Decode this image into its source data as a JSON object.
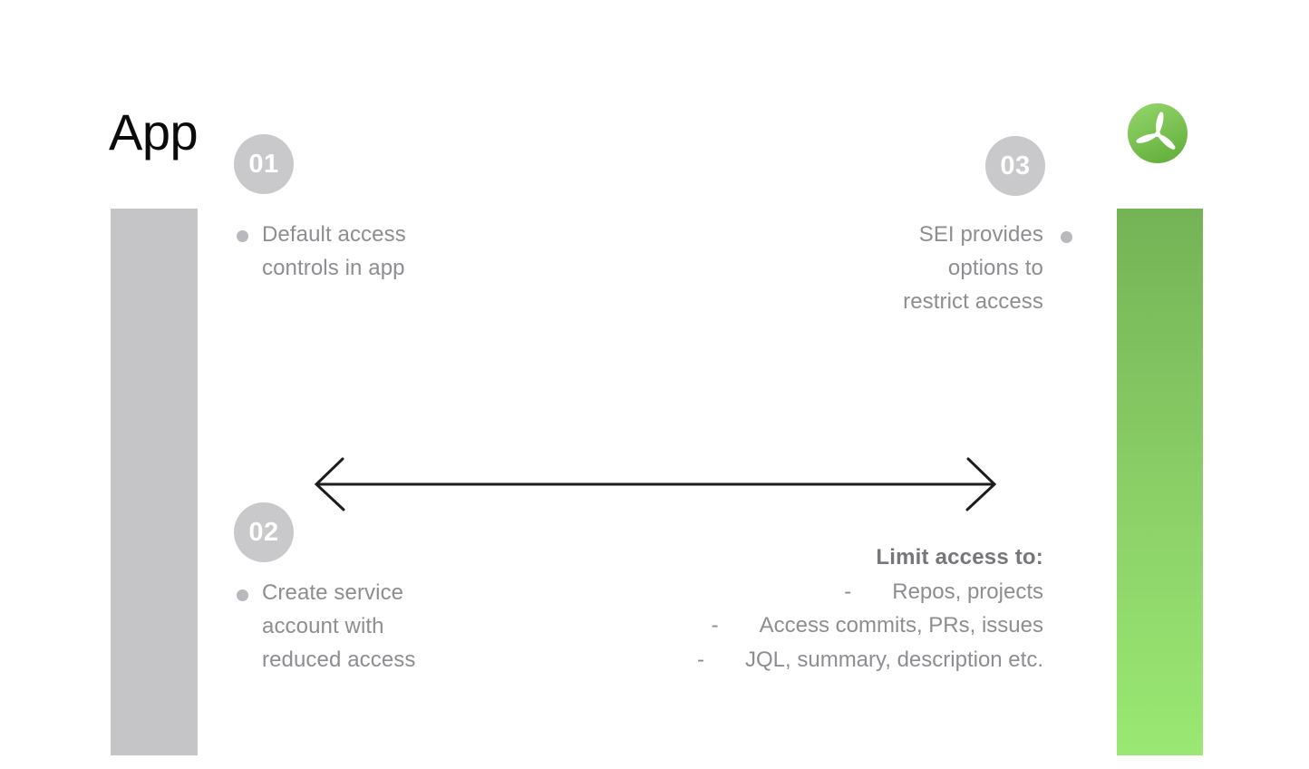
{
  "title": "App",
  "logo": {
    "icon": "propeller-icon"
  },
  "steps": {
    "step1": {
      "number": "01",
      "lines": [
        "Default access",
        "controls in app"
      ]
    },
    "step2": {
      "number": "02",
      "lines": [
        "Create service",
        "account with",
        "reduced access"
      ]
    },
    "step3": {
      "number": "03",
      "lines": [
        "SEI provides",
        "options to",
        "restrict access"
      ]
    }
  },
  "limit": {
    "heading": "Limit access to:",
    "dash": "-",
    "items": [
      "Repos, projects",
      "Access commits, PRs, issues",
      "JQL, summary, description etc."
    ]
  },
  "colors": {
    "background": "#ffffff",
    "bar_gray": "#c5c5c7",
    "bar_green_top": "#74b356",
    "bar_green_bottom": "#9ae873",
    "badge_background": "#c9c9cb",
    "badge_text": "#ffffff",
    "body_text_gray": "#8e8e92",
    "heading_text_gray": "#76767b",
    "bullet_dot": "#b9b9bd",
    "arrow_black": "#1d1d1f",
    "logo_green_light": "#93d56b",
    "logo_green_dark": "#67b23f",
    "title_black": "#0b0b0b"
  }
}
